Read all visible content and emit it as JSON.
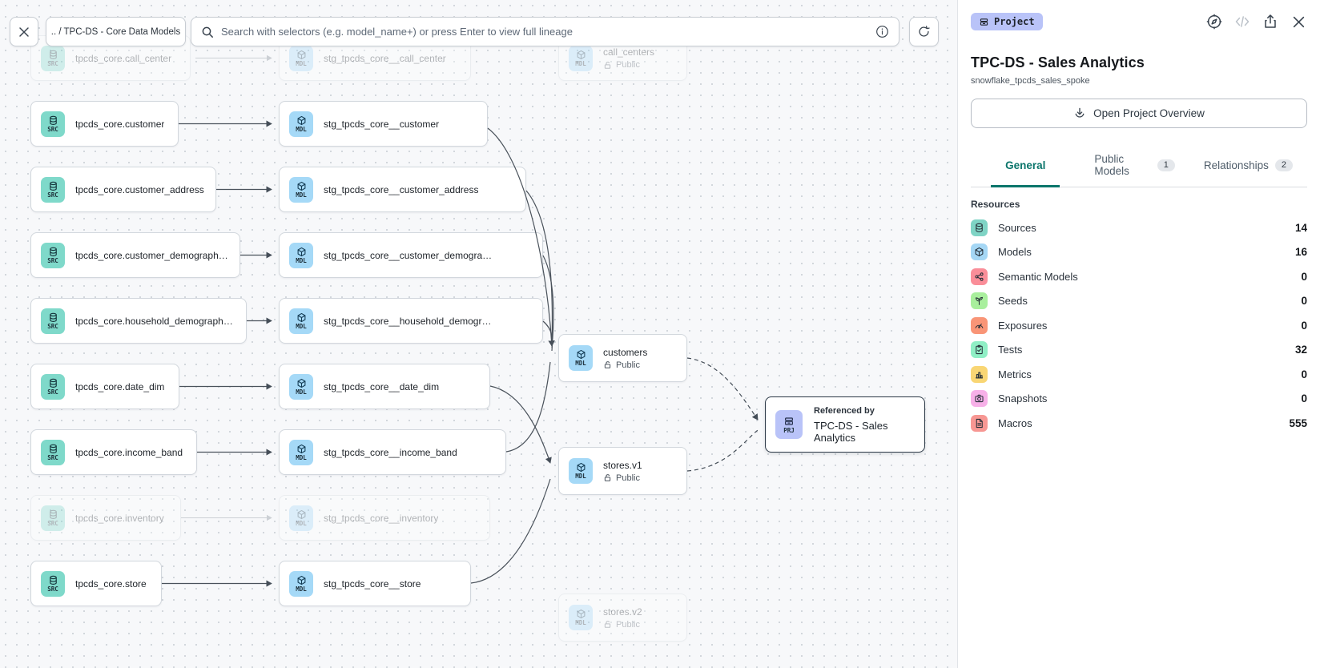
{
  "toolbar": {
    "breadcrumb": ".. / TPC-DS - Core Data Models",
    "search_placeholder": "Search with selectors (e.g. model_name+) or press Enter to view full lineage"
  },
  "panel": {
    "type_badge": "Project",
    "title": "TPC-DS - Sales Analytics",
    "subtitle": "snowflake_tpcds_sales_spoke",
    "overview_button": "Open Project Overview",
    "tabs": [
      {
        "label": "General",
        "active": true
      },
      {
        "label": "Public Models",
        "count": "1"
      },
      {
        "label": "Relationships",
        "count": "2"
      }
    ],
    "resources_heading": "Resources",
    "resources": [
      {
        "label": "Sources",
        "count": "14",
        "color": "#7fd4c5",
        "icon": "database-icon"
      },
      {
        "label": "Models",
        "count": "16",
        "color": "#a5d7f5",
        "icon": "cube-icon"
      },
      {
        "label": "Semantic Models",
        "count": "0",
        "color": "#fa8e99",
        "icon": "branch-nodes-icon"
      },
      {
        "label": "Seeds",
        "count": "0",
        "color": "#a9ef9d",
        "icon": "seedling-icon"
      },
      {
        "label": "Exposures",
        "count": "0",
        "color": "#f99577",
        "icon": "gauge-icon"
      },
      {
        "label": "Tests",
        "count": "32",
        "color": "#90efc5",
        "icon": "clipboard-check-icon"
      },
      {
        "label": "Metrics",
        "count": "0",
        "color": "#f9d674",
        "icon": "bar-chart-icon"
      },
      {
        "label": "Snapshots",
        "count": "0",
        "color": "#f7b0e8",
        "icon": "camera-icon"
      },
      {
        "label": "Macros",
        "count": "555",
        "color": "#f79793",
        "icon": "document-icon"
      }
    ]
  },
  "graph": {
    "badge_src": "SRC",
    "badge_mdl": "MDL",
    "badge_prj": "PRJ",
    "public_label": "Public",
    "referenced_by": "Referenced by",
    "referenced_project": "TPC-DS - Sales Analytics",
    "nodes": {
      "src_call_center": "tpcds_core.call_center",
      "src_customer": "tpcds_core.customer",
      "src_customer_address": "tpcds_core.customer_address",
      "src_customer_demographics": "tpcds_core.customer_demographics",
      "src_household_demographics": "tpcds_core.household_demographics",
      "src_date_dim": "tpcds_core.date_dim",
      "src_income_band": "tpcds_core.income_band",
      "src_inventory": "tpcds_core.inventory",
      "src_store": "tpcds_core.store",
      "stg_call_center": "stg_tpcds_core__call_center",
      "stg_customer": "stg_tpcds_core__customer",
      "stg_customer_address": "stg_tpcds_core__customer_address",
      "stg_customer_demographics": "stg_tpcds_core__customer_demogra…",
      "stg_household_demographics": "stg_tpcds_core__household_demogr…",
      "stg_date_dim": "stg_tpcds_core__date_dim",
      "stg_income_band": "stg_tpcds_core__income_band",
      "stg_inventory": "stg_tpcds_core__inventory",
      "stg_store": "stg_tpcds_core__store",
      "pub_call_centers": "call_centers",
      "pub_customers": "customers",
      "pub_stores_v1": "stores.v1",
      "pub_stores_v2": "stores.v2"
    }
  },
  "icons": {
    "close-icon": "✕",
    "search-icon": "🔍",
    "info-icon": "ⓘ",
    "refresh-icon": "⟳",
    "compass-icon": "🧭",
    "code-icon": "</>",
    "share-icon": "↥",
    "lock-open-icon": "🔓",
    "project-stack-icon": "🗄"
  },
  "colors": {
    "src_badge": "#7fd9ca",
    "mdl_badge": "#a5d9f7",
    "prj_badge": "#b9c3f8",
    "tab_active": "#0b756b",
    "canvas_bg": "#f7f8fa"
  }
}
